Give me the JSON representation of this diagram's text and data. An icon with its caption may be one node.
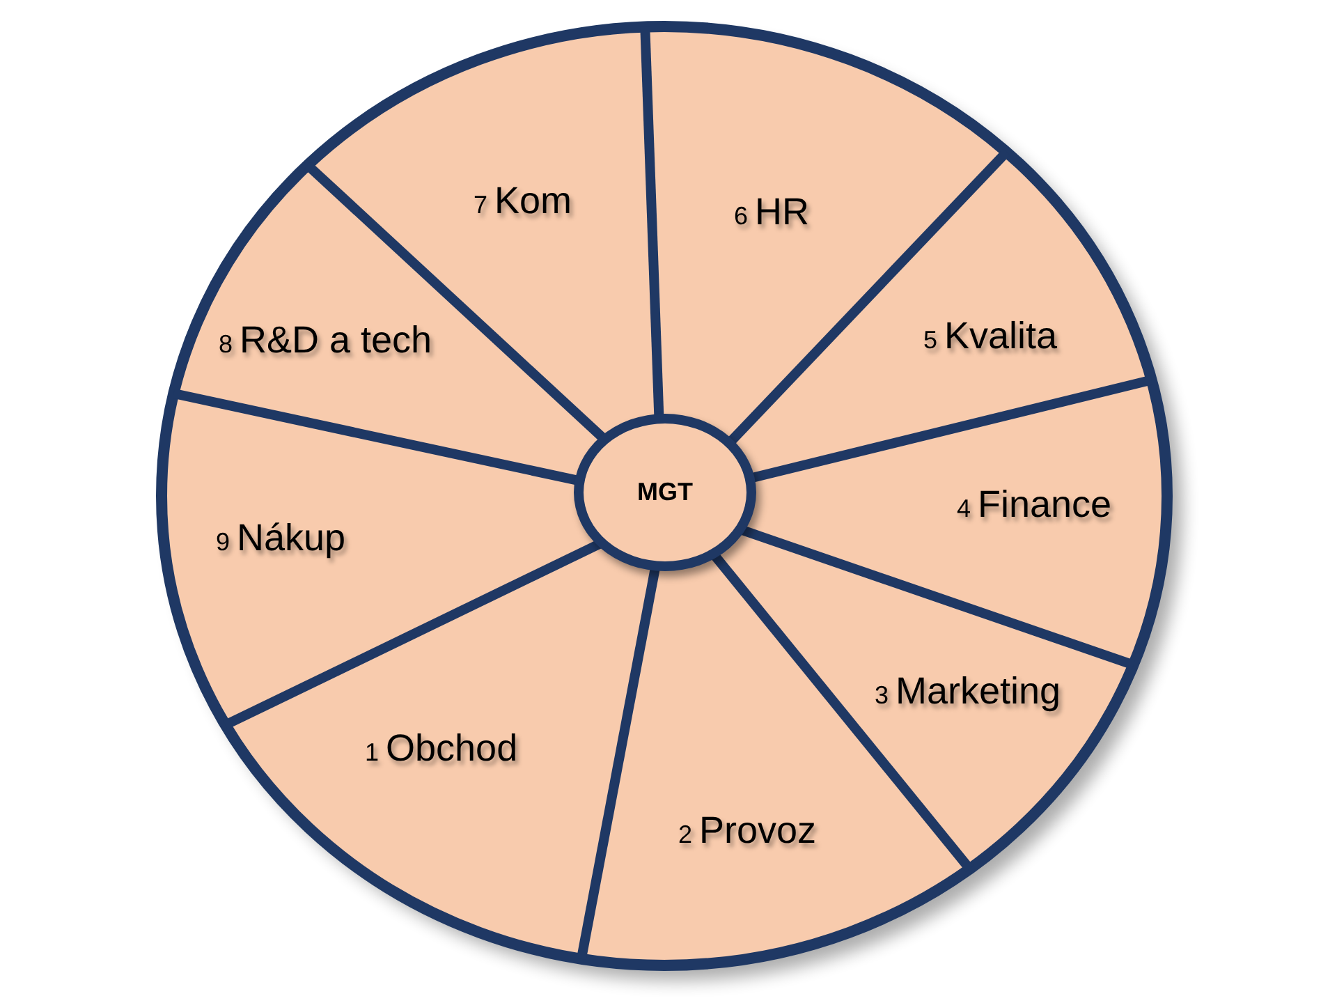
{
  "diagram": {
    "nodes": [
      {
        "text": [
          "MGT"
        ]
      },
      {
        "text": [
          "1",
          "Obchod"
        ]
      },
      {
        "text": [
          "2",
          "Provoz"
        ]
      },
      {
        "text": [
          "3",
          "Marketing"
        ]
      },
      {
        "text": [
          "4",
          "Finance"
        ]
      },
      {
        "text": [
          "5",
          "Kvalita"
        ]
      },
      {
        "text": [
          "6",
          "HR"
        ]
      },
      {
        "text": [
          "7",
          "Kom"
        ]
      },
      {
        "text": [
          "8",
          "R&D a tech"
        ]
      },
      {
        "text": [
          "9",
          "Nákup"
        ]
      }
    ]
  }
}
